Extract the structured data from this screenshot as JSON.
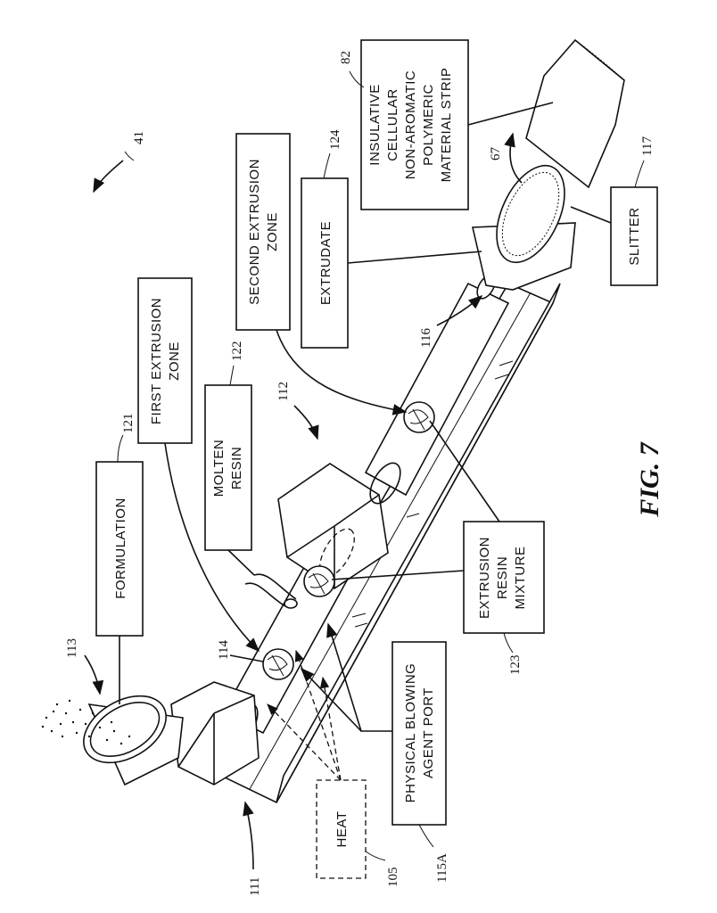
{
  "labels": {
    "formulation": "FORMULATION",
    "first_extrusion_zone": [
      "FIRST EXTRUSION",
      "ZONE"
    ],
    "molten_resin": [
      "MOLTEN",
      "RESIN"
    ],
    "second_extrusion_zone": [
      "SECOND EXTRUSION",
      "ZONE"
    ],
    "extrudate": "EXTRUDATE",
    "strip": [
      "INSULATIVE",
      "CELLULAR",
      "NON-AROMATIC",
      "POLYMERIC",
      "MATERIAL STRIP"
    ],
    "slitter": "SLITTER",
    "extrusion_resin_mixture": [
      "EXTRUSION",
      "RESIN",
      "MIXTURE"
    ],
    "physical_blowing_agent_port": [
      "PHYSICAL BLOWING",
      "AGENT PORT"
    ],
    "heat": "HEAT"
  },
  "refs": {
    "r41": "41",
    "r82": "82",
    "r124": "124",
    "r117": "117",
    "r67": "67",
    "r121": "121",
    "r122": "122",
    "r112": "112",
    "r116": "116",
    "r113": "113",
    "r114": "114",
    "r123": "123",
    "r115a": "115A",
    "r111": "111",
    "r105": "105"
  },
  "figure_title": "FIG. 7"
}
